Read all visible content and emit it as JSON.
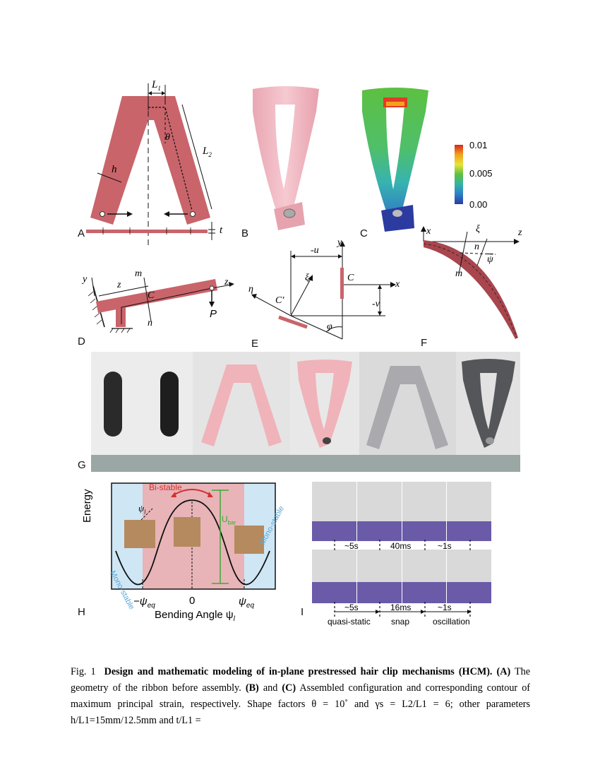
{
  "panel_labels": {
    "a": "A",
    "b": "B",
    "c": "C",
    "d": "D",
    "e": "E",
    "f": "F",
    "g": "G",
    "h": "H",
    "i": "I"
  },
  "panel_a": {
    "l1": "L",
    "l1_sub": "1",
    "l2": "L",
    "l2_sub": "2",
    "h": "h",
    "theta": "θ",
    "t": "t"
  },
  "panel_c": {
    "colorbar_ticks": [
      "0.01",
      "0.005",
      "0.00"
    ],
    "colors": [
      "#d7261e",
      "#f4a21c",
      "#e6e43a",
      "#5cc041",
      "#33b3a6",
      "#2e7fc8",
      "#2b3b9f"
    ]
  },
  "panel_d": {
    "y": "y",
    "z": "z",
    "z2": "z",
    "m": "m",
    "n": "n",
    "c": "C",
    "p": "P"
  },
  "panel_e": {
    "y": "y",
    "x": "x",
    "neg_u": "-u",
    "neg_v": "-v",
    "c": "C",
    "c_prime": "C′",
    "xi": "ξ",
    "eta": "η",
    "phi": "φ"
  },
  "panel_f": {
    "x": "x",
    "z": "z",
    "xi": "ξ",
    "n": "n",
    "m": "m",
    "psi_bar": "ψ"
  },
  "panel_h": {
    "bi_stable": "Bi-stable",
    "energy": "Energy",
    "u_bar": "U",
    "u_bar_sub": "bar",
    "mono_stable": "Mono-stable",
    "psi_l": "ψ",
    "psi_l_sub": "l",
    "neg_psi_eq": "−ψ",
    "psi_eq": "ψ",
    "eq_sub": "eq",
    "zero": "0",
    "xlabel": "Bending Angle ψ",
    "xlabel_sub": "l",
    "colors": {
      "bistable_bg": "#e8b4b8",
      "monostable_bg": "#cfe6f5",
      "bistable_text": "#d0312d",
      "barrier": "#3aaa35"
    }
  },
  "panel_i": {
    "top_times": [
      "~5s",
      "40ms",
      "~1s"
    ],
    "bottom_times": [
      "~5s",
      "16ms",
      "~1s"
    ],
    "phases": [
      "quasi-static",
      "snap",
      "oscillation"
    ]
  },
  "caption": {
    "fig": "Fig. 1",
    "title": "Design and mathematic modeling of in-plane prestressed hair clip mechanisms (HCM).",
    "a_label": "(A)",
    "a_text": "The geometry of the ribbon before assembly.",
    "b_label": "(B)",
    "and": "and",
    "c_label": "(C)",
    "bc_text": "Assembled configuration and corresponding contour of maximum principal strain, respectively. Shape factors θ = 10˚ and γs = L2/L1 = 6; other parameters h/L1=15mm/12.5mm and t/L1 ="
  }
}
